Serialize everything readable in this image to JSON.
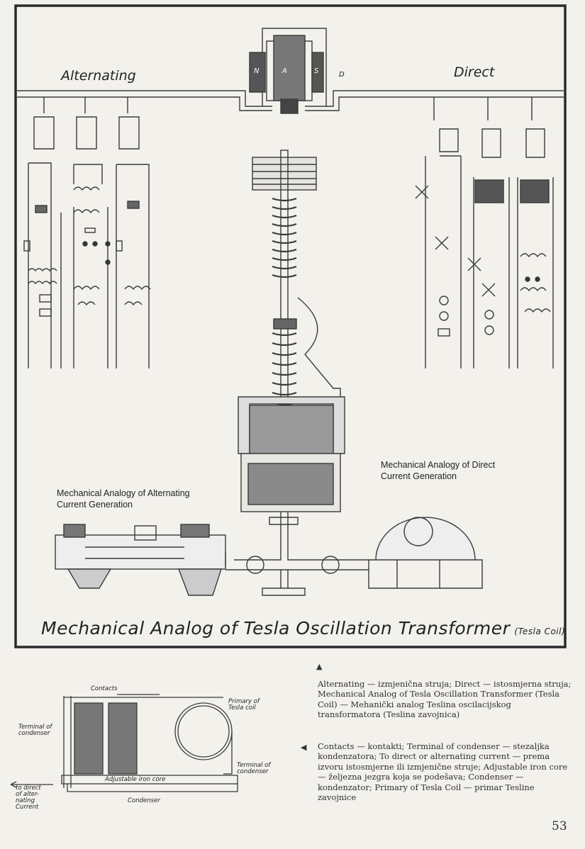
{
  "main": {
    "label_alternating": "Alternating",
    "label_direct": "Direct",
    "motor_letters": [
      "N",
      "A",
      "S",
      "D"
    ],
    "label_ac_generation": "Mechanical Analogy of Alternating Current Generation",
    "label_dc_generation": "Mechanical Analogy of Direct Current Generation",
    "title": "Mechanical Analog of Tesla Oscillation Transformer",
    "title_note": "(Tesla Coil)"
  },
  "small": {
    "contacts": "Contacts",
    "primary_coil": "Primary of Tesla coil",
    "terminal_left": "Terminal of condenser",
    "terminal_right": "Terminal of condenser",
    "iron_core": "Adjustable iron core",
    "condenser": "Condenser",
    "to_current": "to direct of alter- nating Current"
  },
  "captions": {
    "first": "Alternating — izmjenična struja; Direct — istosmjerna struja; Mechanical Analog of Tesla Oscillation Transformer (Tesla Coil) — Mehanički analog Teslina oscilacijskog transformatora (Teslina zavojnica)",
    "second": "Contacts — kontakti; Terminal of condenser — stezaljka kondenzatora; To direct or alternating current — prema izvoru istosmjerne ili izmjenične struje; Adjustable iron core — željezna jezgra koja se podešava; Condenser — kondenzator; Primary of Tesla Coil — primar Tesline zavojnice"
  },
  "page_number": "53"
}
